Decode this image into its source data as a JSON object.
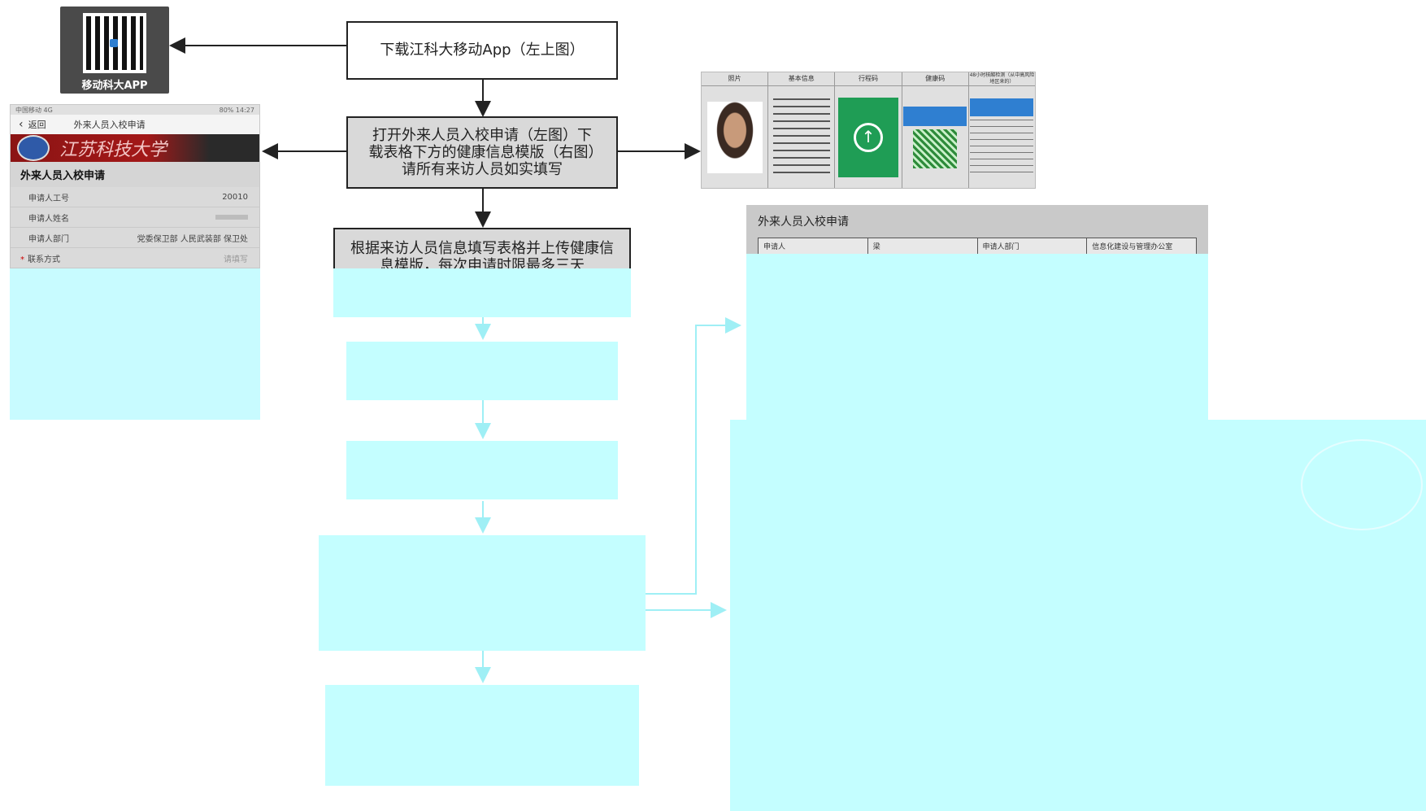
{
  "qr": {
    "label": "移动科大APP"
  },
  "steps": {
    "s1": "下载江科大移动App（左上图）",
    "s2": "打开外来人员入校申请（左图）下载表格下方的健康信息模版（右图）请所有来访人员如实填写",
    "s3": "根据来访人员信息填写表格并上传健康信息模版，每次申请时限最多三天"
  },
  "phone": {
    "status_left": "中国移动 4G",
    "status_right": "80% 14:27",
    "back_label": "返回",
    "nav_title": "外来人员入校申请",
    "banner_text": "江苏科技大学",
    "form_title": "外来人员入校申请",
    "rows": [
      {
        "label": "申请人工号",
        "value": "20010"
      },
      {
        "label": "申请人姓名",
        "value": ""
      },
      {
        "label": "申请人部门",
        "value": "党委保卫部 人民武装部 保卫处"
      },
      {
        "label": "联系方式",
        "value": "请填写",
        "required": "*"
      }
    ]
  },
  "sample_table": {
    "headers": [
      "照片",
      "基本信息",
      "行程码",
      "健康码",
      "48小时核酸检测（从中高风险地区来的）"
    ]
  },
  "right_form": {
    "title": "外来人员入校申请",
    "cells": [
      "申请人",
      "梁",
      "申请人部门",
      "信息化建设与管理办公室"
    ]
  },
  "colors": {
    "wash": "#c4feff",
    "box_border": "#222222",
    "box_gray": "#d9d9d9",
    "banner_red": "#a31818"
  }
}
